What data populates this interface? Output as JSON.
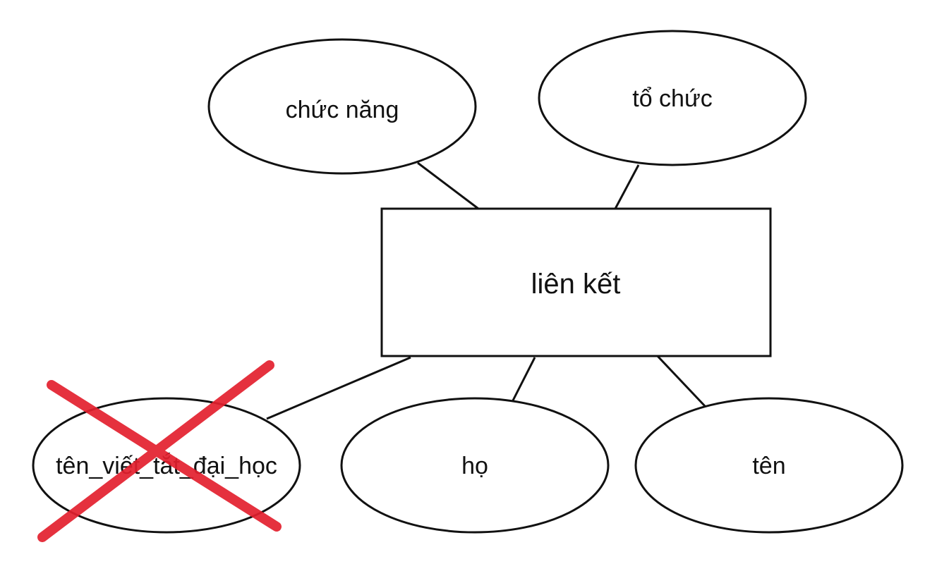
{
  "diagram": {
    "entity": {
      "label": "liên kết"
    },
    "attributes": {
      "chuc_nang": "chức năng",
      "to_chuc": "tổ chức",
      "ten_viet_tat": "tên_viết_tắt_đại_học",
      "ho": "họ",
      "ten": "tên"
    },
    "removed_attribute": "ten_viet_tat",
    "colors": {
      "stroke": "#111111",
      "background": "#ffffff",
      "cross": "#e3202e"
    }
  }
}
